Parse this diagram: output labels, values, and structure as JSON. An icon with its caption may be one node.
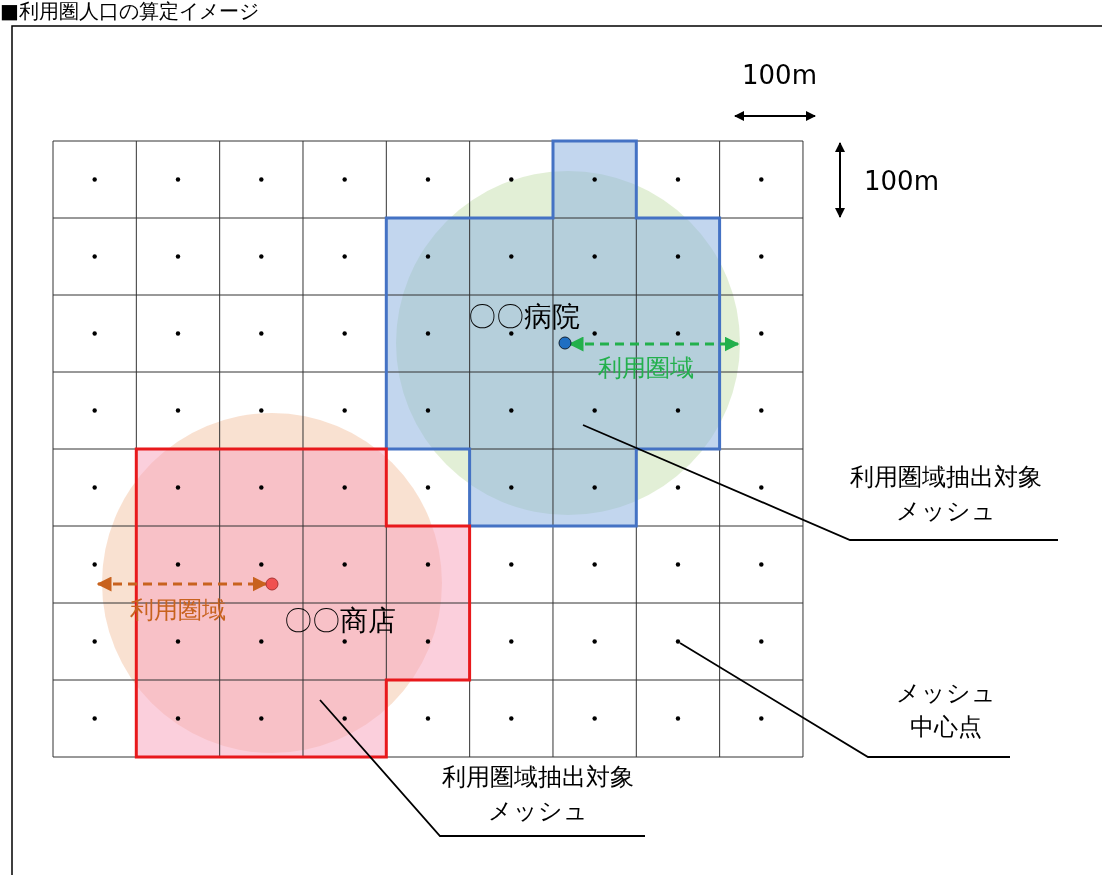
{
  "diagram": {
    "title": "■利用圏人口の算定イメージ",
    "nodes": [
      {
        "text": [
          "利用圏域抽出対象メッシュ"
        ]
      },
      {
        "text": [],
        "shape": "box"
      },
      {
        "text": [
          "メッシュ中心点"
        ]
      },
      {
        "text": [],
        "shape": "circle"
      },
      {
        "text": [
          "利用圏域抽出対象メッシュ"
        ]
      },
      {
        "text": [],
        "shape": "box"
      }
    ],
    "edges": [
      {
        "from": 0,
        "to": 1,
        "arrow": "none"
      },
      {
        "from": 2,
        "to": 3,
        "arrow": "none"
      },
      {
        "from": 4,
        "to": 5,
        "arrow": "none"
      }
    ],
    "labels": [
      "100m",
      "100m",
      "〇〇病院",
      "利用圏域",
      "利用圏域",
      "〇〇商店"
    ]
  }
}
